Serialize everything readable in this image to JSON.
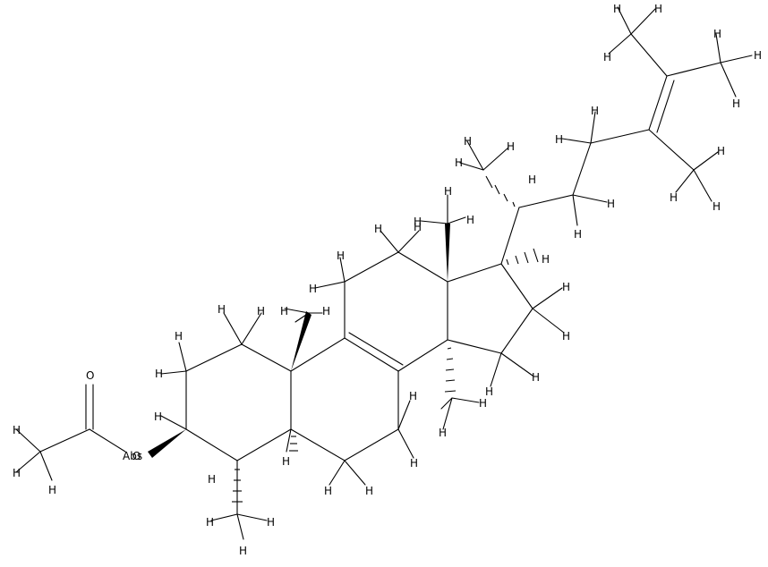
{
  "molecule": {
    "atom_labels": {
      "hydrogen": "H",
      "oxygen": "O",
      "abs_stereo_flag": "Abs"
    }
  }
}
